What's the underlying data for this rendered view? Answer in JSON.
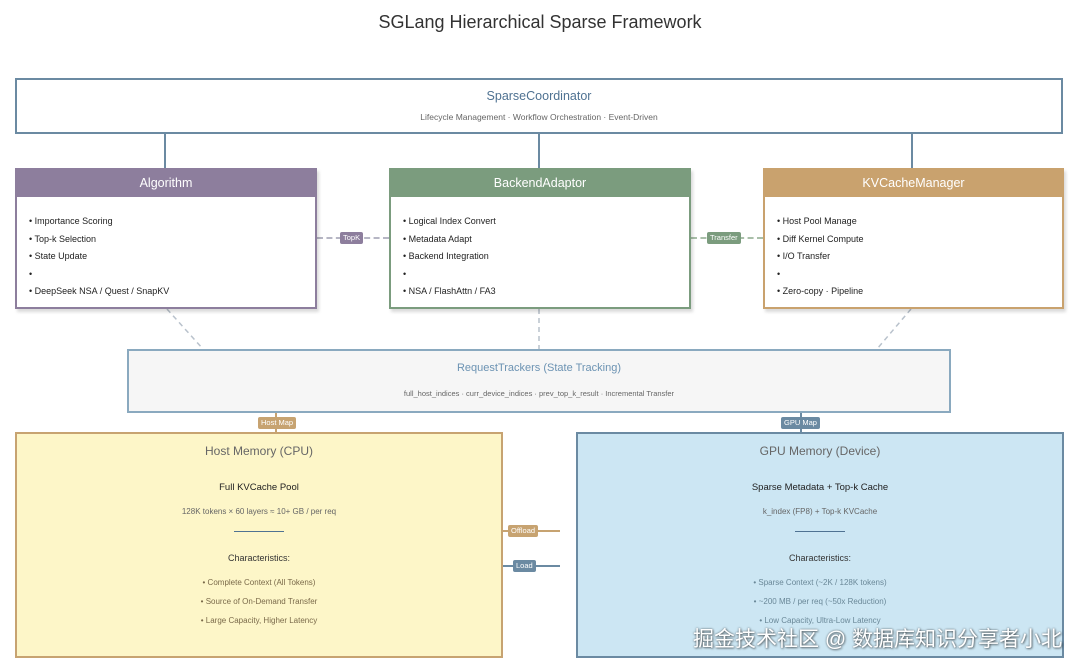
{
  "title": "SGLang Hierarchical Sparse Framework",
  "coordinator": {
    "name": "SparseCoordinator",
    "subtitle": "Lifecycle Management · Workflow Orchestration · Event-Driven"
  },
  "modules": [
    {
      "name": "Algorithm",
      "items": [
        "• Importance Scoring",
        "• Top-k Selection",
        "• State Update",
        "•",
        "• DeepSeek NSA / Quest / SnapKV"
      ]
    },
    {
      "name": "BackendAdaptor",
      "items": [
        "• Logical Index Convert",
        "• Metadata Adapt",
        "• Backend Integration",
        "•",
        "• NSA / FlashAttn / FA3"
      ]
    },
    {
      "name": "KVCacheManager",
      "items": [
        "• Host Pool Manage",
        "• Diff Kernel Compute",
        "• I/O Transfer",
        "•",
        "• Zero-copy · Pipeline"
      ]
    }
  ],
  "links": {
    "topk": "TopK",
    "transfer": "Transfer",
    "host_map": "Host Map",
    "gpu_map": "GPU Map",
    "offload": "Offload",
    "load": "Load"
  },
  "tracker": {
    "name": "RequestTrackers (State Tracking)",
    "subtitle": "full_host_indices · curr_device_indices · prev_top_k_result · Incremental Transfer"
  },
  "host": {
    "name": "Host Memory (CPU)",
    "pool": "Full KVCache Pool",
    "detail": "128K tokens × 60 layers ≈ 10+ GB / per req",
    "char_label": "Characteristics:",
    "items": [
      "• Complete Context (All Tokens)",
      "• Source of On-Demand Transfer",
      "• Large Capacity, Higher Latency"
    ]
  },
  "gpu": {
    "name": "GPU Memory (Device)",
    "pool": "Sparse Metadata + Top-k Cache",
    "detail": "k_index (FP8) + Top-k KVCache",
    "char_label": "Characteristics:",
    "items": [
      "• Sparse Context (~2K / 128K tokens)",
      "• ~200 MB / per req (~50x Reduction)",
      "• Low Capacity, Ultra-Low Latency"
    ]
  },
  "watermark": "掘金技术社区 @ 数据库知识分享者小北",
  "colors": {
    "coordinator": "#6b8aa2",
    "algorithm": "#8d7e9d",
    "backend": "#7b9c7e",
    "kvcache": "#c9a26e",
    "host_fill": "#fdf6c8",
    "gpu_fill": "#cce6f3"
  }
}
